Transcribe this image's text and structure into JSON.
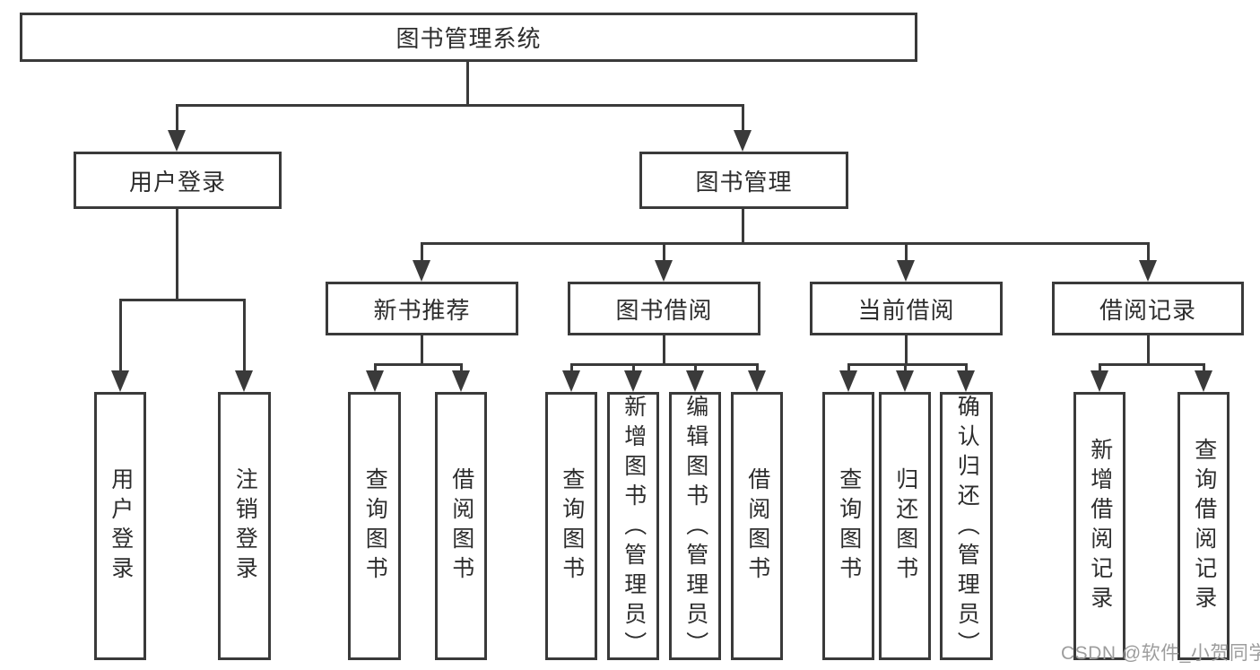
{
  "root": {
    "label": "图书管理系统"
  },
  "level2": [
    {
      "label": "用户登录"
    },
    {
      "label": "图书管理"
    }
  ],
  "level3": [
    {
      "label": "新书推荐"
    },
    {
      "label": "图书借阅"
    },
    {
      "label": "当前借阅"
    },
    {
      "label": "借阅记录"
    }
  ],
  "leaves": {
    "user_login": [
      {
        "label": "用户登录"
      },
      {
        "label": "注销登录"
      }
    ],
    "new_book": [
      {
        "label": "查询图书"
      },
      {
        "label": "借阅图书"
      }
    ],
    "book_borrow": [
      {
        "label": "查询图书"
      },
      {
        "label": "新增图书（管理员）"
      },
      {
        "label": "编辑图书（管理员）"
      },
      {
        "label": "借阅图书"
      }
    ],
    "current_borrow": [
      {
        "label": "查询图书"
      },
      {
        "label": "归还图书"
      },
      {
        "label": "确认归还（管理员）"
      }
    ],
    "records": [
      {
        "label": "新增借阅记录"
      },
      {
        "label": "查询借阅记录"
      }
    ]
  },
  "watermark": {
    "text": "CSDN @软件_小贺同学"
  },
  "colors": {
    "line": "#3a3a3a",
    "text": "#2d2d2d",
    "background": "#ffffff",
    "watermark": "#9d9d9d"
  }
}
